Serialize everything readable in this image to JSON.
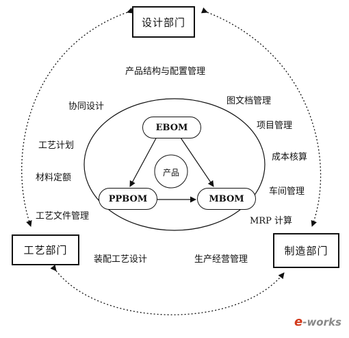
{
  "boxes": {
    "design": "设计部门",
    "process": "工艺部门",
    "manufacture": "制造部门"
  },
  "boms": {
    "ebom": "EBOM",
    "ppbom": "PPBOM",
    "mbom": "MBOM",
    "product": "产品"
  },
  "labels": {
    "product_structure": "产品结构与配置管理",
    "collab_design": "协同设计",
    "drawing_docs": "图文档管理",
    "project_mgmt": "项目管理",
    "process_plan": "工艺计划",
    "cost_accounting": "成本核算",
    "material_quota": "材料定额",
    "workshop_mgmt": "车间管理",
    "process_file_mgmt": "工艺文件管理",
    "mrp": "MRP 计算",
    "assembly_design": "装配工艺设计",
    "production_mgmt": "生产经营管理"
  },
  "watermark": "e-works"
}
